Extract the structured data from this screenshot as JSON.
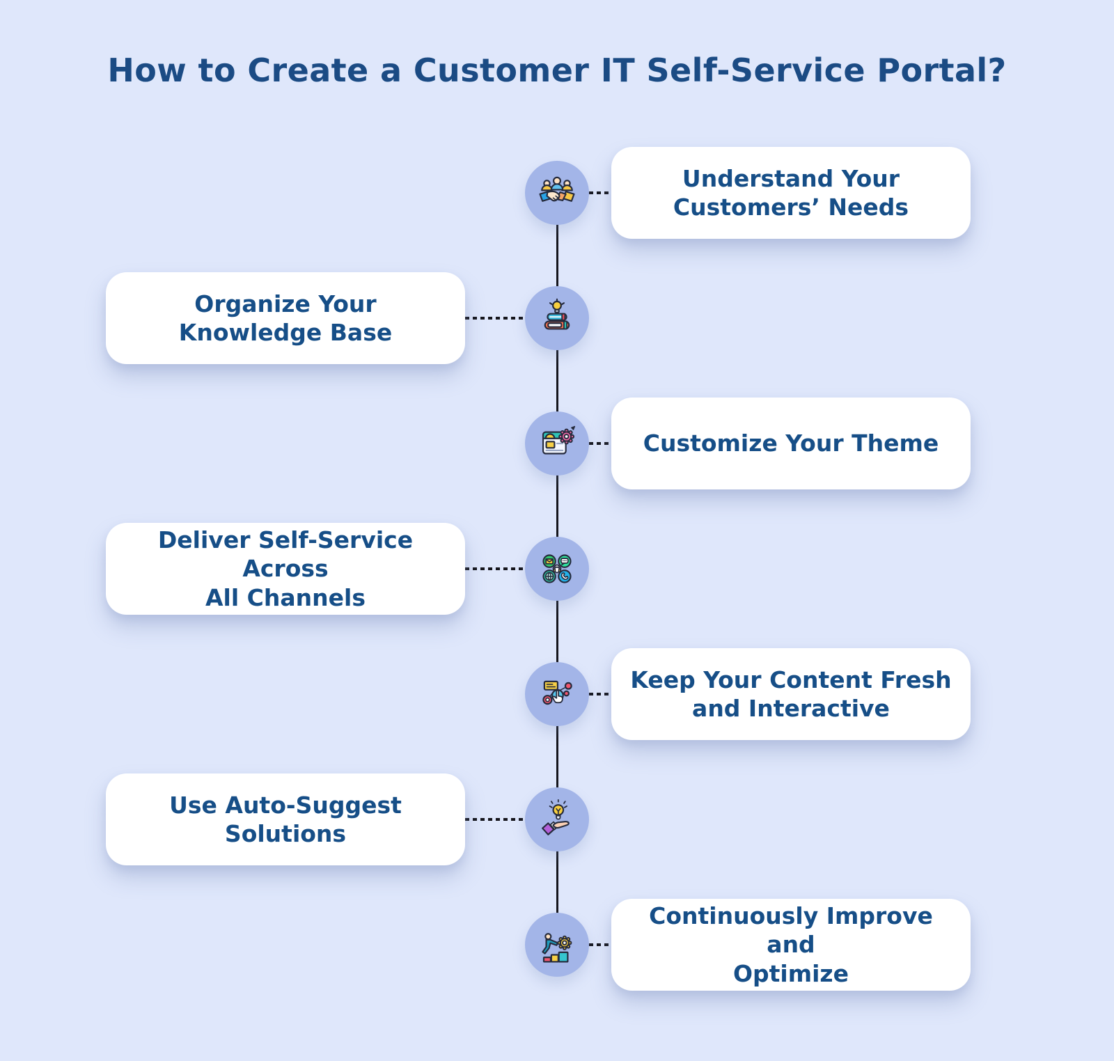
{
  "title": "How to Create a Customer IT Self-Service Portal?",
  "colors": {
    "background": "#dfe7fb",
    "card": "#ffffff",
    "node": "#a3b5e8",
    "line": "#15151c",
    "title_text": "#1b4b84",
    "card_text": "#164e87"
  },
  "steps": [
    {
      "label": "Understand Your\nCustomers’ Needs",
      "side": "right",
      "icon": "team-handshake-icon"
    },
    {
      "label": "Organize Your\nKnowledge Base",
      "side": "left",
      "icon": "knowledge-base-books-bulb-icon"
    },
    {
      "label": "Customize Your Theme",
      "side": "right",
      "icon": "browser-theme-gear-icon"
    },
    {
      "label": "Deliver Self-Service Across\nAll Channels",
      "side": "left",
      "icon": "omnichannel-contact-icon"
    },
    {
      "label": "Keep Your Content Fresh\nand Interactive",
      "side": "right",
      "icon": "interactive-content-click-icon"
    },
    {
      "label": "Use Auto-Suggest Solutions",
      "side": "left",
      "icon": "hand-presenting-lightbulb-icon"
    },
    {
      "label": "Continuously Improve and\nOptimize",
      "side": "right",
      "icon": "improve-gear-stairs-icon"
    }
  ]
}
